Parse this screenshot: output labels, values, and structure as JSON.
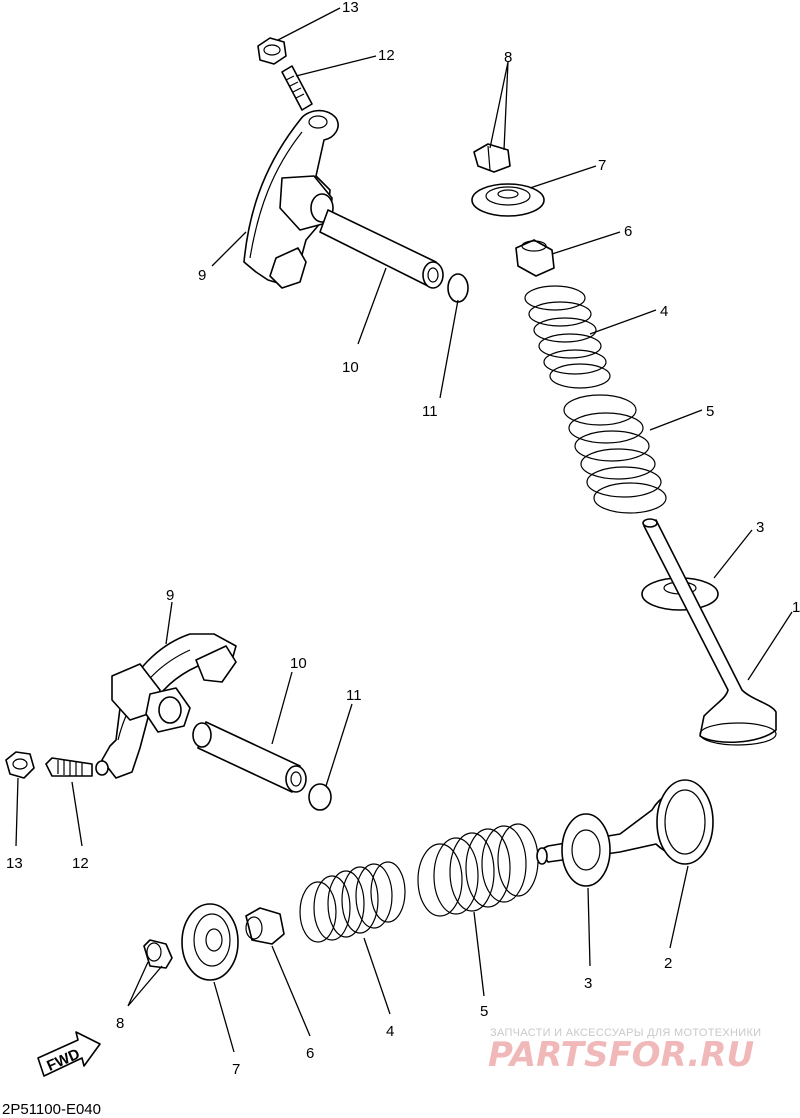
{
  "diagram_code": "2P51100-E040",
  "fwd_label": "FWD",
  "watermark": {
    "line1": "ЗАПЧАСТИ И АКСЕССУАРЫ ДЛЯ МОТОТЕХНИКИ",
    "line2": "PARTSFOR.RU"
  },
  "callouts": {
    "top": {
      "n13": "13",
      "n12": "12",
      "n9": "9",
      "n10": "10",
      "n11": "11",
      "n8": "8",
      "n7": "7",
      "n6": "6",
      "n4": "4",
      "n5": "5",
      "n3": "3",
      "n1": "1"
    },
    "bottom": {
      "n9": "9",
      "n10": "10",
      "n11": "11",
      "n13": "13",
      "n12": "12",
      "n8": "8",
      "n7": "7",
      "n6": "6",
      "n4": "4",
      "n5": "5",
      "n3": "3",
      "n2": "2"
    }
  }
}
